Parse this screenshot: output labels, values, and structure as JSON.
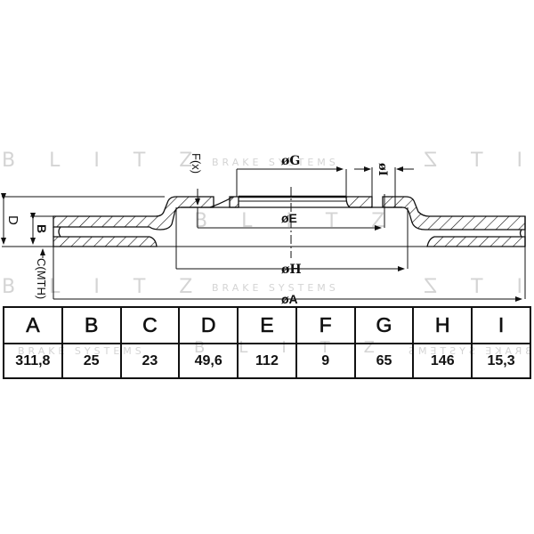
{
  "brand": {
    "watermark_main": "BLITZ",
    "watermark_sub": "BRAKE SYSTEMS"
  },
  "drawing": {
    "labels": {
      "A": "øA",
      "B": "B",
      "C": "C(MTH)",
      "D": "D",
      "E": "øE",
      "F": "F(x)",
      "G": "øG",
      "H": "øH",
      "I": "øI"
    }
  },
  "table": {
    "headers": [
      "A",
      "B",
      "C",
      "D",
      "E",
      "F",
      "G",
      "H",
      "I"
    ],
    "values": [
      "311,8",
      "25",
      "23",
      "49,6",
      "112",
      "9",
      "65",
      "146",
      "15,3"
    ]
  },
  "colors": {
    "line": "#111111",
    "watermark": "#d4d4d4",
    "background": "#ffffff"
  }
}
